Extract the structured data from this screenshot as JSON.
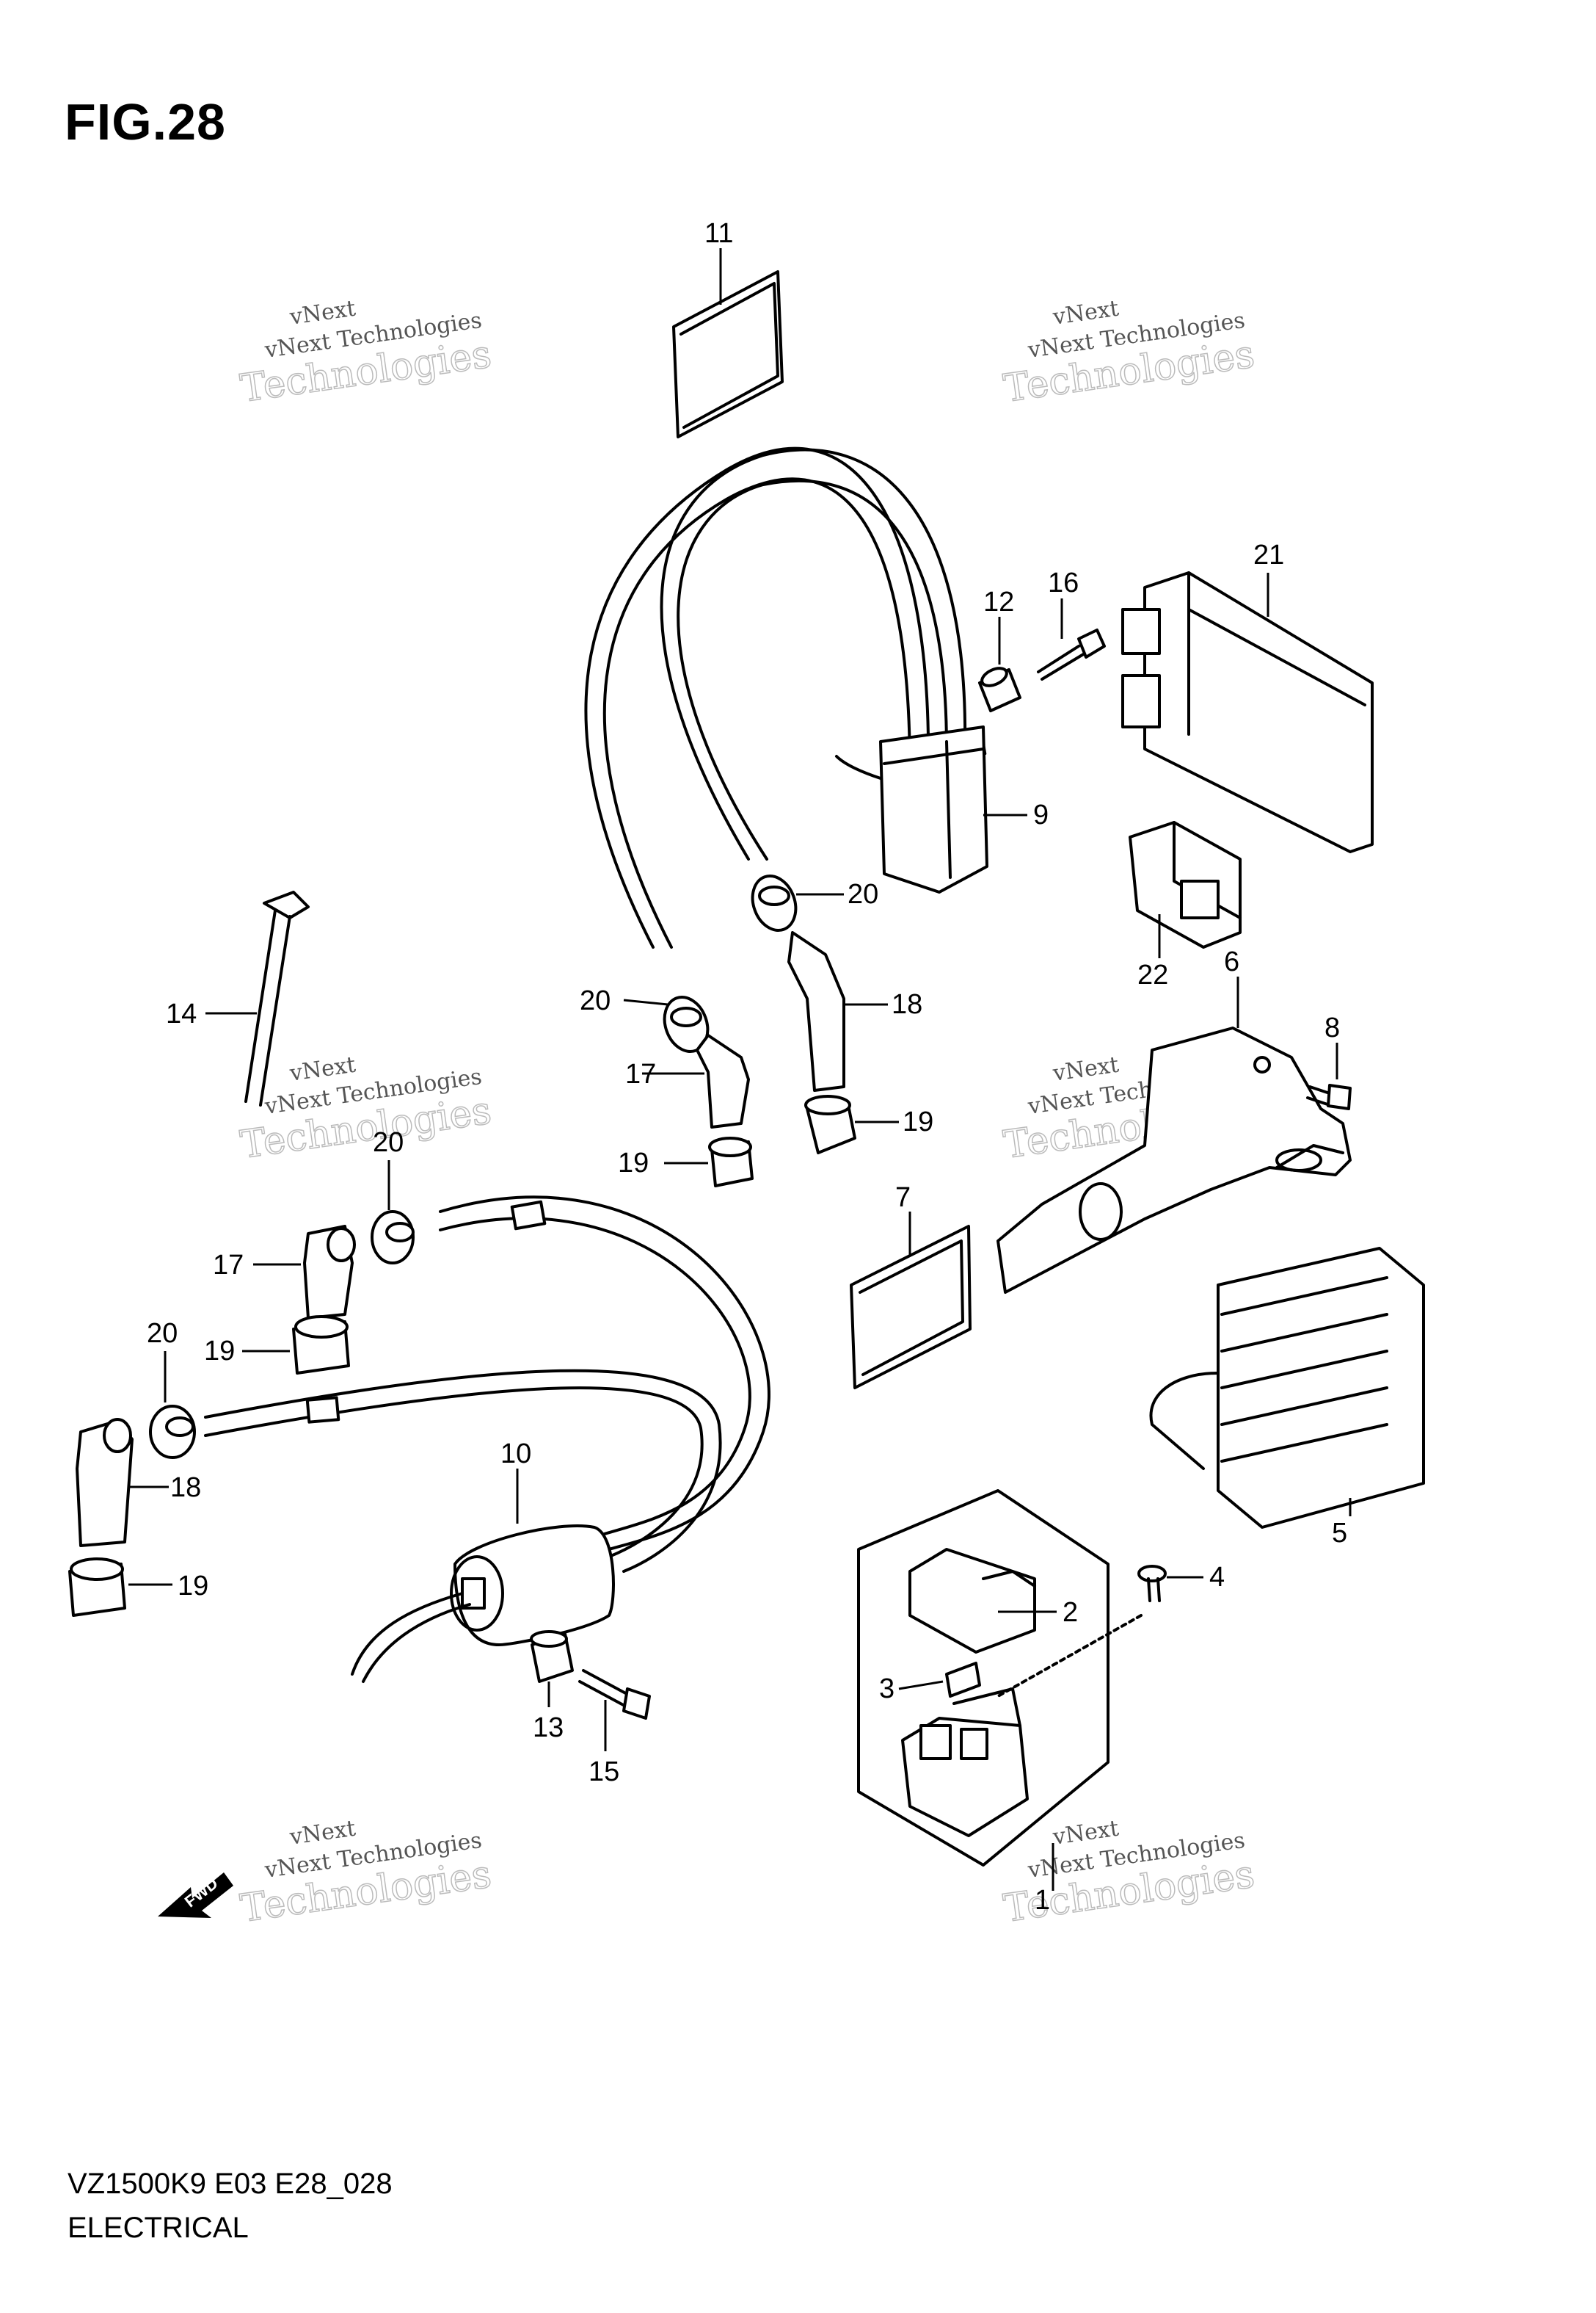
{
  "figure": {
    "title": "FIG.28",
    "model_code": "VZ1500K9 E03 E28_028",
    "section": "ELECTRICAL"
  },
  "watermark": {
    "line1": "vNext",
    "line2": "vNext Technologies",
    "line3": "Technologies"
  },
  "fwd_label": "FWD",
  "callouts": {
    "c1": "1",
    "c2": "2",
    "c3": "3",
    "c4": "4",
    "c5": "5",
    "c6": "6",
    "c7": "7",
    "c8": "8",
    "c9": "9",
    "c10": "10",
    "c11": "11",
    "c12": "12",
    "c13": "13",
    "c14": "14",
    "c15": "15",
    "c16": "16",
    "c17a": "17",
    "c17b": "17",
    "c18a": "18",
    "c18b": "18",
    "c19a": "19",
    "c19b": "19",
    "c19c": "19",
    "c19d": "19",
    "c20a": "20",
    "c20b": "20",
    "c20c": "20",
    "c20d": "20",
    "c21": "21",
    "c22": "22"
  }
}
